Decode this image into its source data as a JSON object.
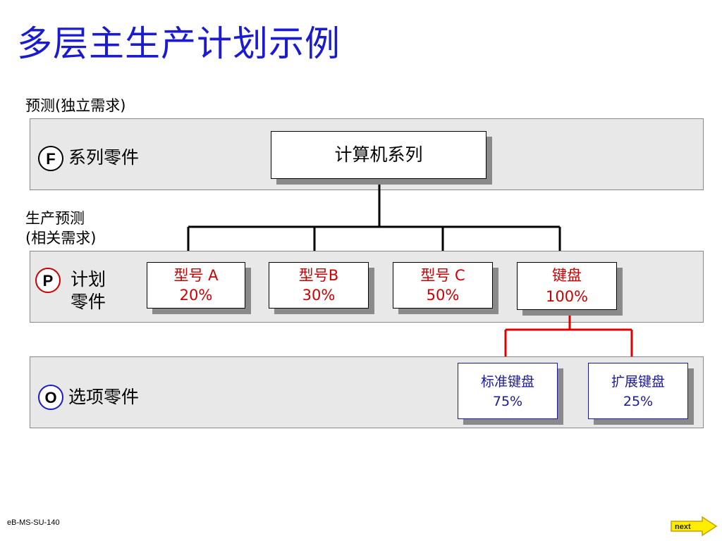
{
  "title": "多层主生产计划示例",
  "labels": {
    "forecast": "预测(独立需求)",
    "production_forecast_line1": "生产预测",
    "production_forecast_line2": "(相关需求)"
  },
  "levels": {
    "f": {
      "letter": "F",
      "name": "系列零件"
    },
    "p": {
      "letter": "P",
      "name_line1": "计划",
      "name_line2": "零件"
    },
    "o": {
      "letter": "O",
      "name": "选项零件"
    }
  },
  "nodes": {
    "family": {
      "name": "计算机系列"
    },
    "model_a": {
      "name": "型号 A",
      "pct": "20%"
    },
    "model_b": {
      "name": "型号B",
      "pct": "30%"
    },
    "model_c": {
      "name": "型号 C",
      "pct": "50%"
    },
    "keyboard": {
      "name": "键盘",
      "pct": "100%"
    },
    "std_keyboard": {
      "name": "标准键盘",
      "pct": "75%"
    },
    "ext_keyboard": {
      "name": "扩展键盘",
      "pct": "25%"
    }
  },
  "footer": {
    "code": "eB-MS-SU-140",
    "next": "next"
  },
  "colors": {
    "title": "#1a1ad0",
    "planning_text": "#cc0000",
    "option_text": "#1a1a99",
    "red_connector": "#e00000",
    "band": "#e8e8e8"
  }
}
